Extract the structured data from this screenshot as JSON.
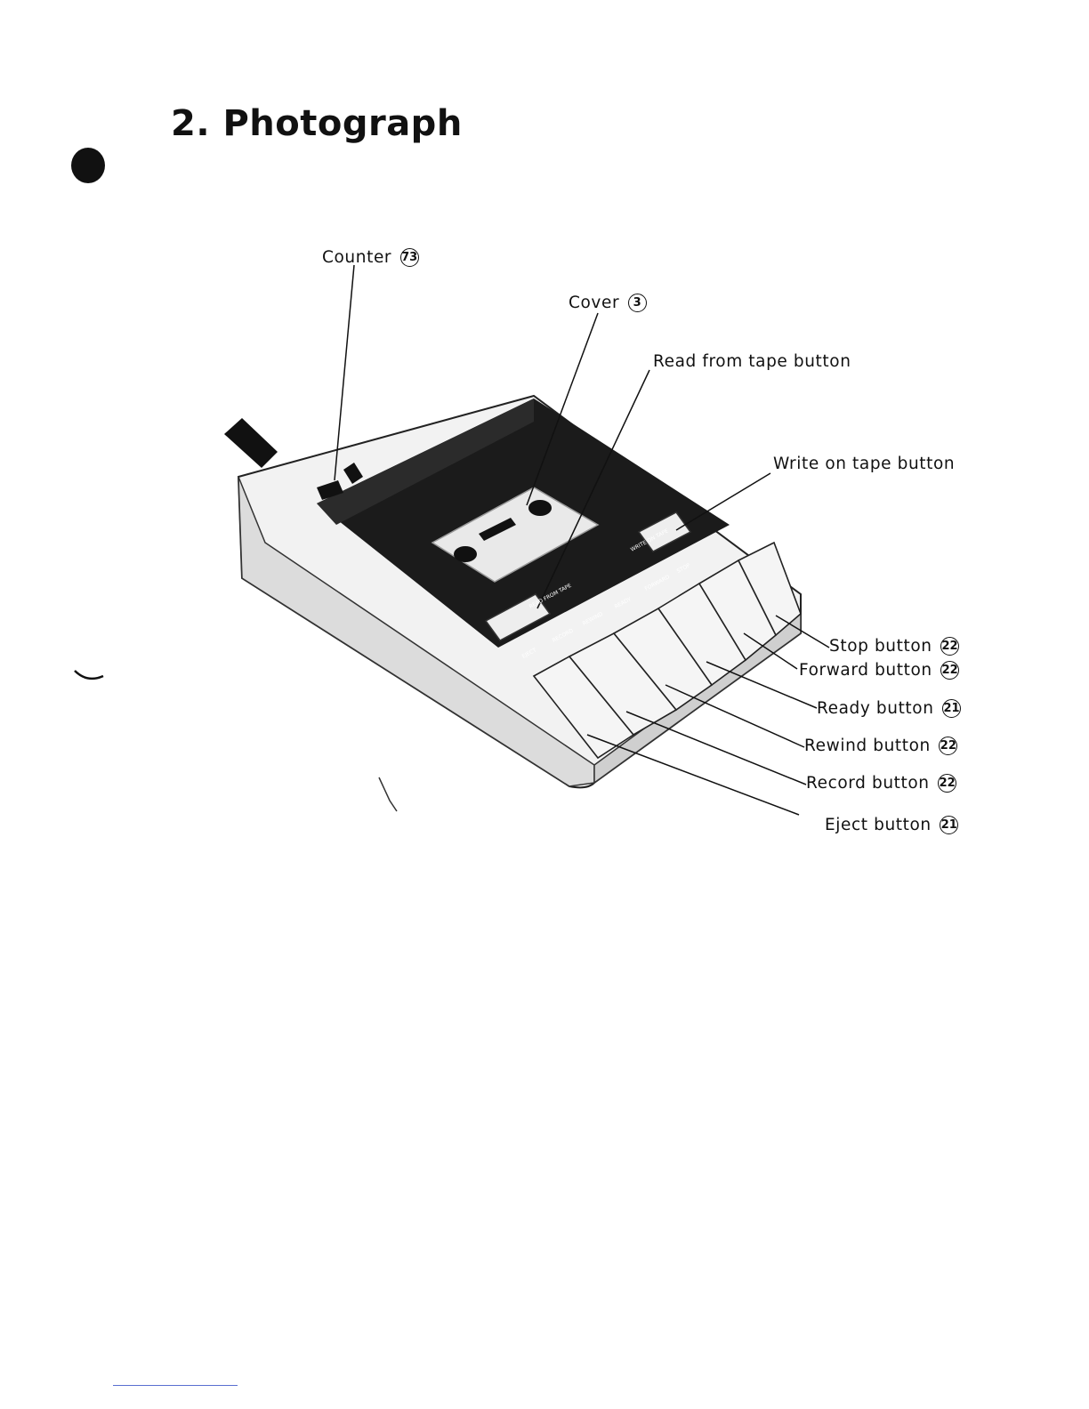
{
  "heading": "2. Photograph",
  "labels": {
    "counter": {
      "text": "Counter",
      "ref": "73"
    },
    "cover": {
      "text": "Cover",
      "ref": "3"
    },
    "read_from_tape": {
      "text": "Read from tape button"
    },
    "write_on_tape": {
      "text": "Write on tape button"
    },
    "stop": {
      "text": "Stop button",
      "ref": "22"
    },
    "forward": {
      "text": "Forward button",
      "ref": "22"
    },
    "ready": {
      "text": "Ready button",
      "ref": "21"
    },
    "rewind": {
      "text": "Rewind button",
      "ref": "22"
    },
    "record": {
      "text": "Record button",
      "ref": "22"
    },
    "eject": {
      "text": "Eject button",
      "ref": "21"
    }
  },
  "device_markings": {
    "read_button": "READ FROM TAPE",
    "write_button": "WRITE ON TAPE",
    "key_row": [
      "EJECT",
      "RECORD",
      "REWIND",
      "READY",
      "FORWARD",
      "STOP"
    ]
  },
  "colors": {
    "ink": "#111111",
    "paper": "#ffffff",
    "link_rule": "#5a6fd0"
  }
}
